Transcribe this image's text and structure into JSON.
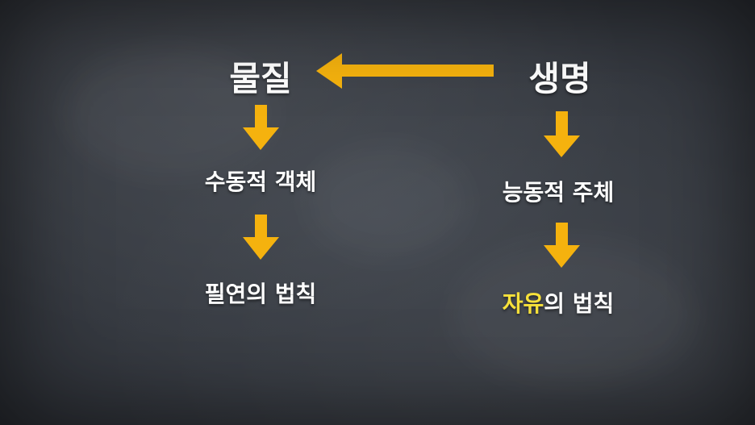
{
  "left_column": {
    "title": "물질",
    "step1": "수동적 객체",
    "step2": "필연의 법칙"
  },
  "right_column": {
    "title": "생명",
    "step1": "능동적 주체",
    "step2_highlight": "자유",
    "step2_rest": "의 법칙"
  },
  "colors": {
    "arrow": "#f5b20e",
    "highlight": "#f7e13a",
    "text": "#ffffff",
    "background": "#3a3e45"
  }
}
